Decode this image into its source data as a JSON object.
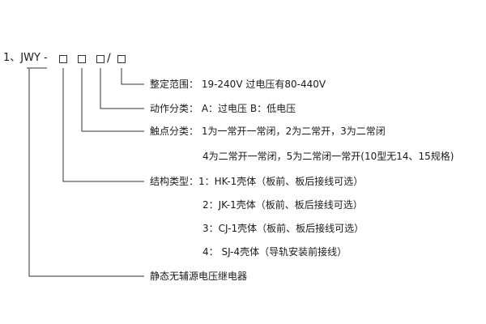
{
  "model": {
    "prefix": "1、JWY -",
    "slash": "/"
  },
  "lines": {
    "range": "整定范围： 19-240V 过电压有80-440V",
    "action": "动作分类： A：过电压    B：低电压",
    "contact_1": "触点分类：  1为一常开一常闭，2为二常开，3为二常闭",
    "contact_2": "4为二常开一常闭，5为二常闭一常开(10型无14、15规格)",
    "structure_1": "结构类型：1：HK-1壳体（板前、板后接线可选）",
    "structure_2": "2：JK-1壳体（板前、板后接线可选）",
    "structure_3": "3：CJ-1壳体（板前、板后接线可选）",
    "structure_4": "4： SJ-4壳体（导轨安装前接线）",
    "product": "静态无辅源电压继电器"
  },
  "colors": {
    "text": "#1a1a1a",
    "line": "#333333",
    "background": "#ffffff"
  }
}
